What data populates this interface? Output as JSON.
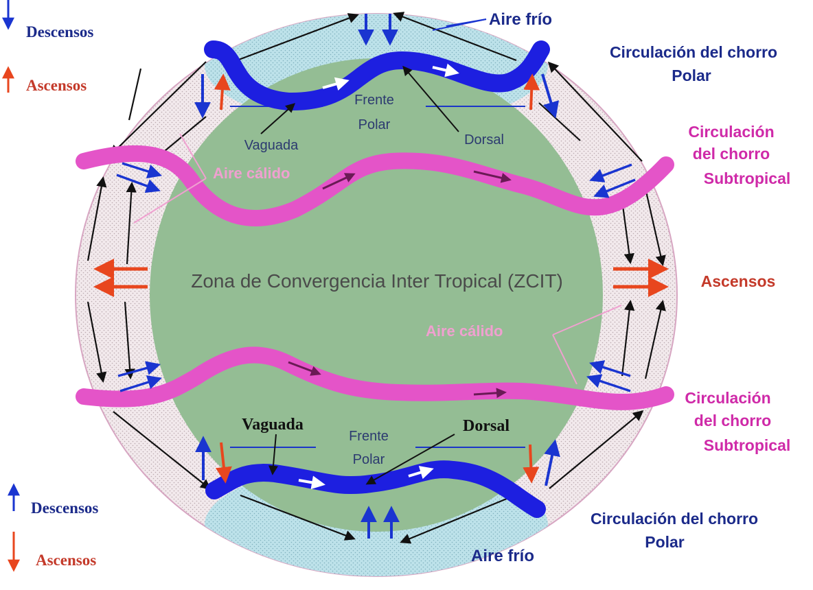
{
  "legend_top": {
    "descent_label": "Descensos",
    "ascent_label": "Ascensos"
  },
  "legend_bottom": {
    "descent_label": "Descensos",
    "ascent_label": "Ascensos"
  },
  "north": {
    "cold_air": "Aire frío",
    "polar_jet": [
      "Circulación del chorro",
      "Polar"
    ],
    "polar_front": [
      "Frente",
      "Polar"
    ],
    "trough": "Vaguada",
    "ridge": "Dorsal",
    "warm_air": "Aire cálido",
    "subtropical_jet": [
      "Circulación",
      "del chorro",
      "Subtropical"
    ]
  },
  "equator": {
    "zcit": "Zona de Convergencia Inter Tropical (ZCIT)",
    "ascents": "Ascensos"
  },
  "south": {
    "warm_air": "Aire cálido",
    "subtropical_jet": [
      "Circulación",
      "del chorro",
      "Subtropical"
    ],
    "trough": "Vaguada",
    "ridge": "Dorsal",
    "polar_front": [
      "Frente",
      "Polar"
    ],
    "polar_jet": [
      "Circulación del chorro",
      "Polar"
    ],
    "cold_air": "Aire frío"
  },
  "colors": {
    "polar_jet": "#1d1fe0",
    "subtropical_jet": "#e454c8",
    "globe_core": "#94bd94",
    "polar_cap": "#b9e0ea",
    "outer_band": "#f1e7ea",
    "descent_arrow": "#1a35d0",
    "ascent_arrow": "#e8461e",
    "label_blue": "#1b2a8a",
    "label_red": "#c43a2a",
    "label_magenta": "#cf2aa8",
    "label_warm": "#f0a0d0"
  }
}
